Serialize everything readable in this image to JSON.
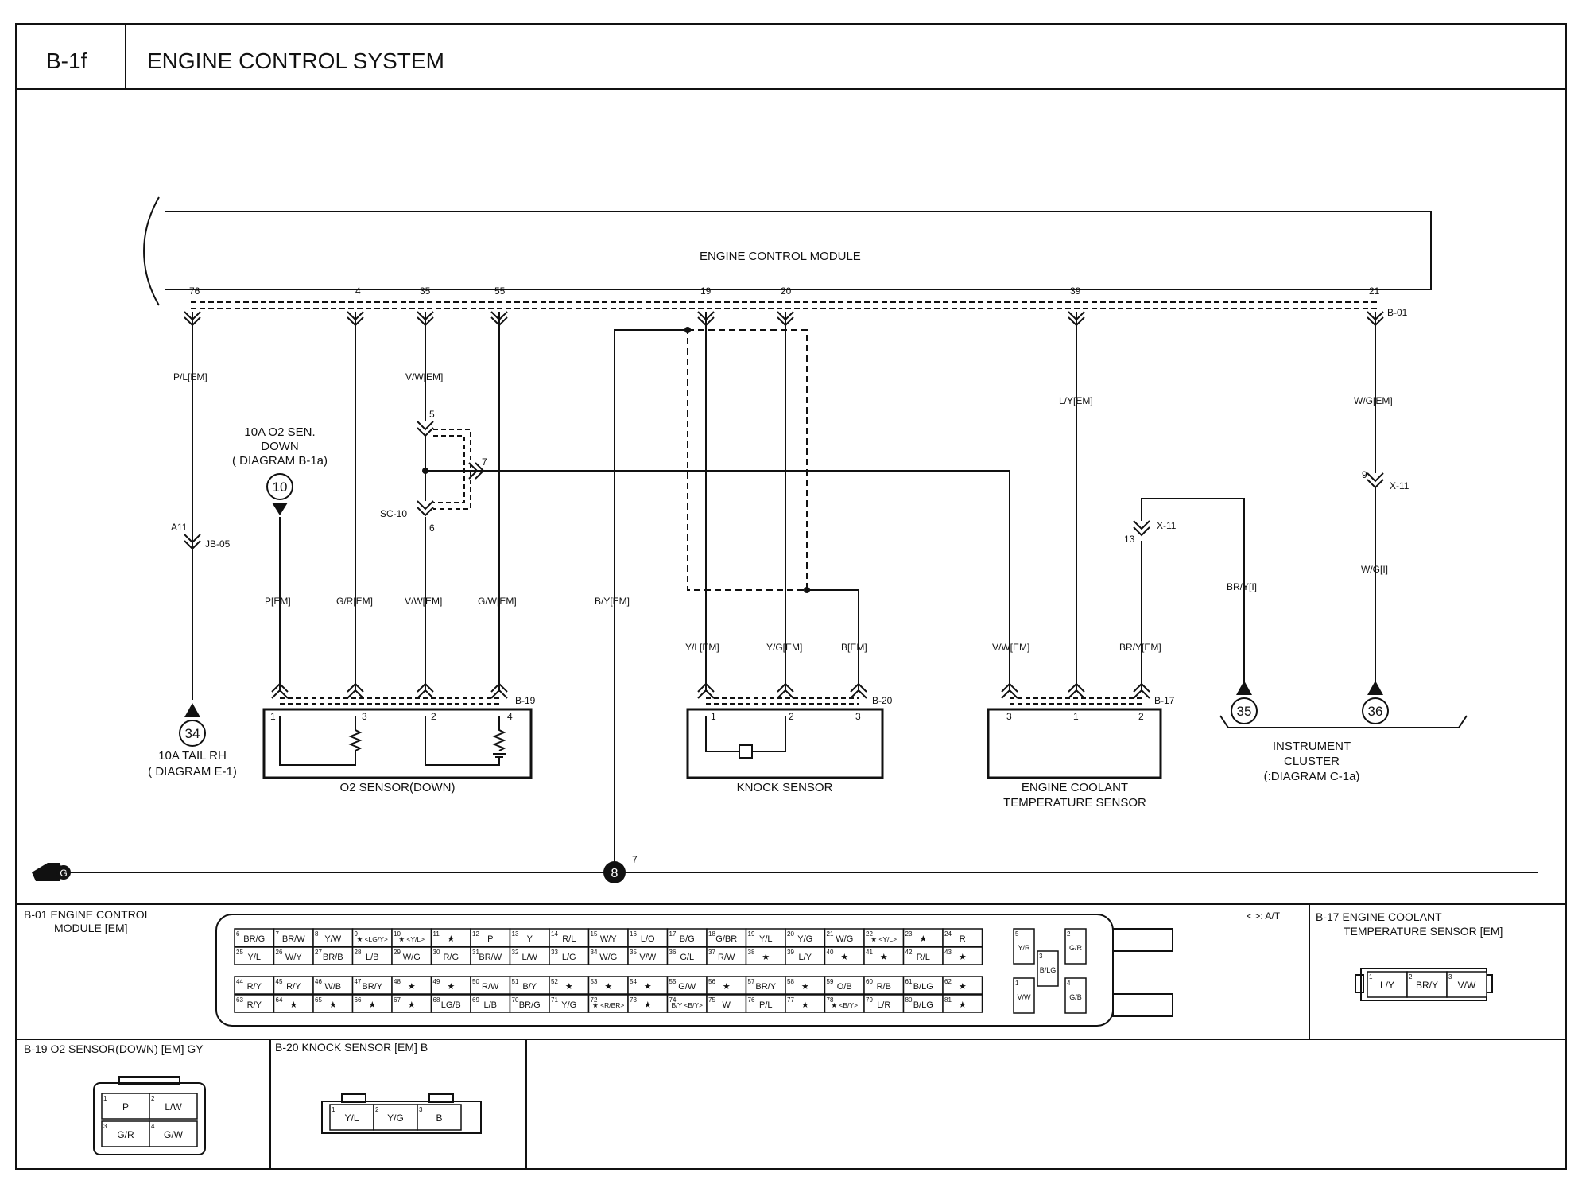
{
  "header": {
    "code": "B-1f",
    "title": "ENGINE CONTROL SYSTEM"
  },
  "ecm": {
    "label": "ENGINE CONTROL MODULE",
    "connector": "B-01",
    "pins": [
      "76",
      "4",
      "35",
      "55",
      "19",
      "20",
      "39",
      "21"
    ]
  },
  "wires": {
    "p76": "P/L[EM]",
    "p35": "V/W[EM]",
    "p39": "L/Y[EM]",
    "p21": "W/G[EM]",
    "o2_p": "P[EM]",
    "o2_gr": "G/R[EM]",
    "o2_vw": "V/W[EM]",
    "o2_gw": "G/W[EM]",
    "ground_by": "B/Y[EM]",
    "ks_yl": "Y/L[EM]",
    "ks_yg": "Y/G[EM]",
    "ks_b": "B[EM]",
    "ect_vw": "V/W[EM]",
    "ect_bry": "BR/Y[EM]",
    "ic_bry": "BR/Y[I]",
    "ic_wg": "W/G[I]"
  },
  "splices": {
    "jb05_pin": "A11",
    "jb05": "JB-05",
    "sc10": "SC-10",
    "sc10_pin_top": "5",
    "sc10_pin_side": "7",
    "sc10_pin_bottom": "6",
    "x11_pin_a": "13",
    "x11_a": "X-11",
    "x11_pin_b": "9",
    "x11_b": "X-11"
  },
  "refs": {
    "fuse_o2": {
      "num": "10",
      "l1": "10A O2 SEN.",
      "l2": "DOWN",
      "l3": "( DIAGRAM  B-1a)"
    },
    "tail": {
      "num": "34",
      "l1": "10A TAIL RH",
      "l2": "( DIAGRAM  E-1)"
    },
    "ic35": "35",
    "ic36": "36",
    "cluster": {
      "l1": "INSTRUMENT",
      "l2": "CLUSTER",
      "l3": "(:DIAGRAM  C-1a)"
    },
    "ground_num": "8",
    "ground_pin": "7",
    "ground_symbol": "G"
  },
  "components": {
    "o2": {
      "label": "O2 SENSOR(DOWN)",
      "conn": "B-19",
      "pins": [
        "1",
        "3",
        "2",
        "4"
      ]
    },
    "knock": {
      "label": "KNOCK SENSOR",
      "conn": "B-20",
      "pins": [
        "1",
        "2",
        "3"
      ]
    },
    "ect": {
      "l1": "ENGINE COOLANT",
      "l2": "TEMPERATURE SENSOR",
      "conn": "B-17",
      "pins": [
        "3",
        "1",
        "2"
      ]
    }
  },
  "connectors": {
    "b01_title_1": "B-01 ENGINE CONTROL",
    "b01_title_2": "MODULE [EM]",
    "at_note": "< >: A/T",
    "b01_rows": [
      [
        [
          "6",
          "BR/G"
        ],
        [
          "7",
          "BR/W"
        ],
        [
          "8",
          "Y/W"
        ],
        [
          "9",
          "★ <LG/Y>"
        ],
        [
          "10",
          "★ <Y/L>"
        ],
        [
          "11",
          "★"
        ],
        [
          "12",
          "P"
        ],
        [
          "13",
          "Y"
        ],
        [
          "14",
          "R/L"
        ],
        [
          "15",
          "W/Y"
        ],
        [
          "16",
          "L/O"
        ],
        [
          "17",
          "B/G"
        ],
        [
          "18",
          "G/BR"
        ],
        [
          "19",
          "Y/L"
        ],
        [
          "20",
          "Y/G"
        ],
        [
          "21",
          "W/G"
        ],
        [
          "22",
          "★ <Y/L>"
        ],
        [
          "23",
          "★"
        ],
        [
          "24",
          "R"
        ]
      ],
      [
        [
          "25",
          "Y/L"
        ],
        [
          "26",
          "W/Y"
        ],
        [
          "27",
          "BR/B"
        ],
        [
          "28",
          "L/B"
        ],
        [
          "29",
          "W/G"
        ],
        [
          "30",
          "R/G"
        ],
        [
          "31",
          "BR/W"
        ],
        [
          "32",
          "L/W"
        ],
        [
          "33",
          "L/G"
        ],
        [
          "34",
          "W/G"
        ],
        [
          "35",
          "V/W"
        ],
        [
          "36",
          "G/L"
        ],
        [
          "37",
          "R/W"
        ],
        [
          "38",
          "★"
        ],
        [
          "39",
          "L/Y"
        ],
        [
          "40",
          "★"
        ],
        [
          "41",
          "★"
        ],
        [
          "42",
          "R/L"
        ],
        [
          "43",
          "★"
        ]
      ],
      [
        [
          "44",
          "R/Y"
        ],
        [
          "45",
          "R/Y"
        ],
        [
          "46",
          "W/B"
        ],
        [
          "47",
          "BR/Y"
        ],
        [
          "48",
          "★"
        ],
        [
          "49",
          "★"
        ],
        [
          "50",
          "R/W"
        ],
        [
          "51",
          "B/Y"
        ],
        [
          "52",
          "★"
        ],
        [
          "53",
          "★"
        ],
        [
          "54",
          "★"
        ],
        [
          "55",
          "G/W"
        ],
        [
          "56",
          "★"
        ],
        [
          "57",
          "BR/Y"
        ],
        [
          "58",
          "★"
        ],
        [
          "59",
          "O/B"
        ],
        [
          "60",
          "R/B"
        ],
        [
          "61",
          "B/LG"
        ],
        [
          "62",
          "★"
        ]
      ],
      [
        [
          "63",
          "R/Y"
        ],
        [
          "64",
          "★"
        ],
        [
          "65",
          "★"
        ],
        [
          "66",
          "★"
        ],
        [
          "67",
          "★"
        ],
        [
          "68",
          "LG/B"
        ],
        [
          "69",
          "L/B"
        ],
        [
          "70",
          "BR/G"
        ],
        [
          "71",
          "Y/G"
        ],
        [
          "72",
          "★ <R/BR>"
        ],
        [
          "73",
          "★"
        ],
        [
          "74",
          "B/Y <B/Y>"
        ],
        [
          "75",
          "W"
        ],
        [
          "76",
          "P/L"
        ],
        [
          "77",
          "★"
        ],
        [
          "78",
          "★ <B/Y>"
        ],
        [
          "79",
          "L/R"
        ],
        [
          "80",
          "B/LG"
        ],
        [
          "81",
          "★"
        ]
      ]
    ],
    "b01_side": [
      [
        "5",
        "Y/R"
      ],
      [
        "2",
        "G/R"
      ],
      [
        "3",
        "B/LG"
      ],
      [
        "1",
        "V/W"
      ],
      [
        "4",
        "G/B"
      ]
    ],
    "b17_title_1": "B-17 ENGINE COOLANT",
    "b17_title_2": "TEMPERATURE SENSOR [EM]",
    "b17": [
      [
        "1",
        "L/Y"
      ],
      [
        "2",
        "BR/Y"
      ],
      [
        "3",
        "V/W"
      ]
    ],
    "b19_title": "B-19 O2 SENSOR(DOWN) [EM] GY",
    "b19": [
      [
        "1",
        "P"
      ],
      [
        "2",
        "L/W"
      ],
      [
        "3",
        "G/R"
      ],
      [
        "4",
        "G/W"
      ]
    ],
    "b20_title": "B-20 KNOCK SENSOR [EM] B",
    "b20": [
      [
        "1",
        "Y/L"
      ],
      [
        "2",
        "Y/G"
      ],
      [
        "3",
        "B"
      ]
    ]
  }
}
